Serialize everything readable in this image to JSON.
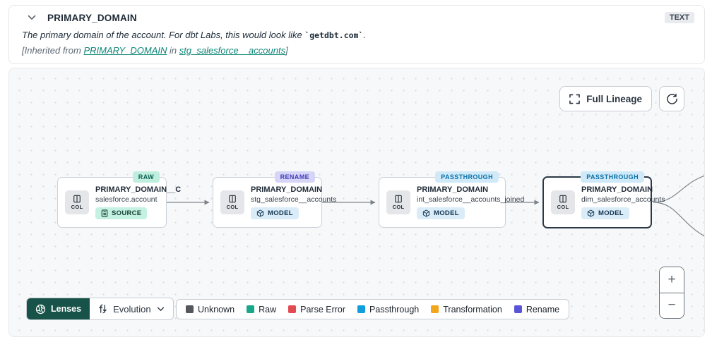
{
  "header": {
    "title": "PRIMARY_DOMAIN",
    "type_badge": "TEXT",
    "description_prefix": "The primary domain of the account. For dbt Labs, this would look like ",
    "description_code": "`getdbt.com`",
    "description_suffix": ".",
    "inherited_prefix": "[Inherited from ",
    "inherited_link_column": "PRIMARY_DOMAIN",
    "inherited_middle": " in ",
    "inherited_link_model": "stg_salesforce__accounts",
    "inherited_suffix": "]"
  },
  "toolbar": {
    "full_lineage_label": "Full Lineage"
  },
  "labels": {
    "col_chip": "COL"
  },
  "nodes": [
    {
      "badge": "RAW",
      "title": "PRIMARY_DOMAIN__C",
      "subtitle": "salesforce.account",
      "type": "SOURCE"
    },
    {
      "badge": "RENAME",
      "title": "PRIMARY_DOMAIN",
      "subtitle": "stg_salesforce__accounts",
      "type": "MODEL"
    },
    {
      "badge": "PASSTHROUGH",
      "title": "PRIMARY_DOMAIN",
      "subtitle": "int_salesforce__accounts_joined",
      "type": "MODEL"
    },
    {
      "badge": "PASSTHROUGH",
      "title": "PRIMARY_DOMAIN",
      "subtitle": "dim_salesforce_accounts",
      "type": "MODEL"
    }
  ],
  "lenses": {
    "button_label": "Lenses",
    "selected_lens": "Evolution"
  },
  "legend": {
    "items": [
      {
        "label": "Unknown",
        "color": "#54575c"
      },
      {
        "label": "Raw",
        "color": "#19a689"
      },
      {
        "label": "Parse Error",
        "color": "#e14b51"
      },
      {
        "label": "Passthrough",
        "color": "#129edc"
      },
      {
        "label": "Transformation",
        "color": "#f3a51c"
      },
      {
        "label": "Rename",
        "color": "#5a55d4"
      }
    ]
  },
  "zoom_controls": {
    "zoom_in": "+",
    "zoom_out": "−"
  },
  "colors": {
    "accent_teal": "#0d8577",
    "lens_green": "#175349",
    "edge": "#7d848c"
  }
}
